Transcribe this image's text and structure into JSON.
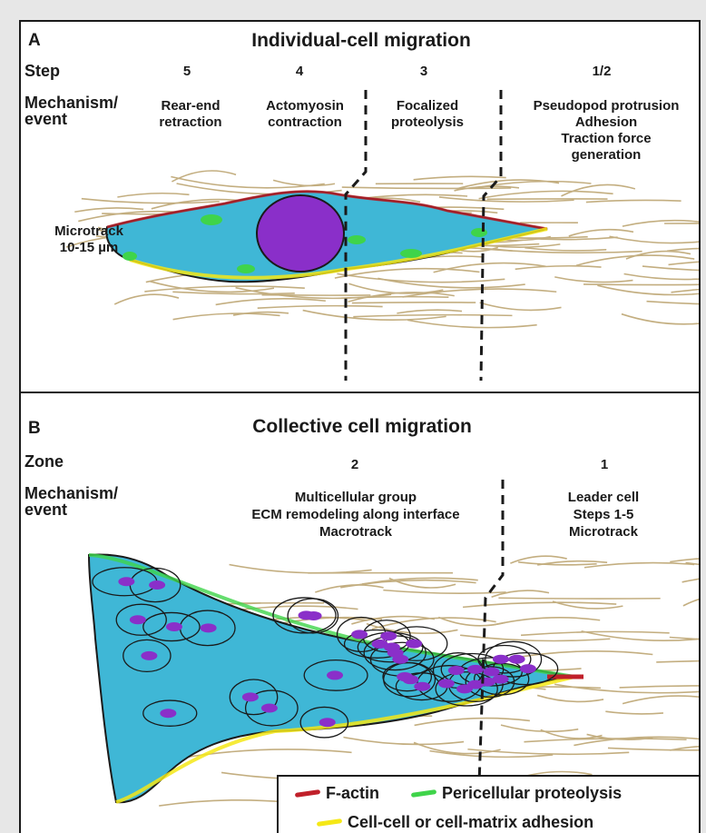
{
  "panel_a": {
    "letter": "A",
    "title": "Individual-cell migration",
    "step_label": "Step",
    "steps": [
      "5",
      "4",
      "3",
      "1/2"
    ],
    "mechanism_label": [
      "Mechanism/",
      "event"
    ],
    "mechanisms": [
      [
        "Rear-end",
        "retraction"
      ],
      [
        "Actomyosin",
        "contraction"
      ],
      [
        "Focalized",
        "proteolysis"
      ],
      [
        "Pseudopod protrusion",
        "Adhesion",
        "Traction force",
        "generation"
      ]
    ],
    "microtrack": [
      "Microtrack",
      "10-15 µm"
    ]
  },
  "panel_b": {
    "letter": "B",
    "title": "Collective cell migration",
    "zone_label": "Zone",
    "zones": [
      "2",
      "1"
    ],
    "mechanism_label": [
      "Mechanism/",
      "event"
    ],
    "mechanisms": [
      [
        "Multicellular group",
        "ECM remodeling along interface",
        "Macrotrack"
      ],
      [
        "Leader cell",
        "Steps 1-5",
        "Microtrack"
      ]
    ]
  },
  "legend": {
    "items": [
      {
        "label": "F-actin",
        "color": "#c0202a"
      },
      {
        "label": "Pericellular proteolysis",
        "color": "#3fd44a"
      },
      {
        "label": "Cell-cell or cell-matrix adhesion",
        "color": "#f5e816"
      }
    ]
  },
  "colors": {
    "fiber": "#b9a06a",
    "cytoplasm": "#3fb7d6",
    "nucleus": "#8a2fc9",
    "border": "#1a1a1a"
  }
}
